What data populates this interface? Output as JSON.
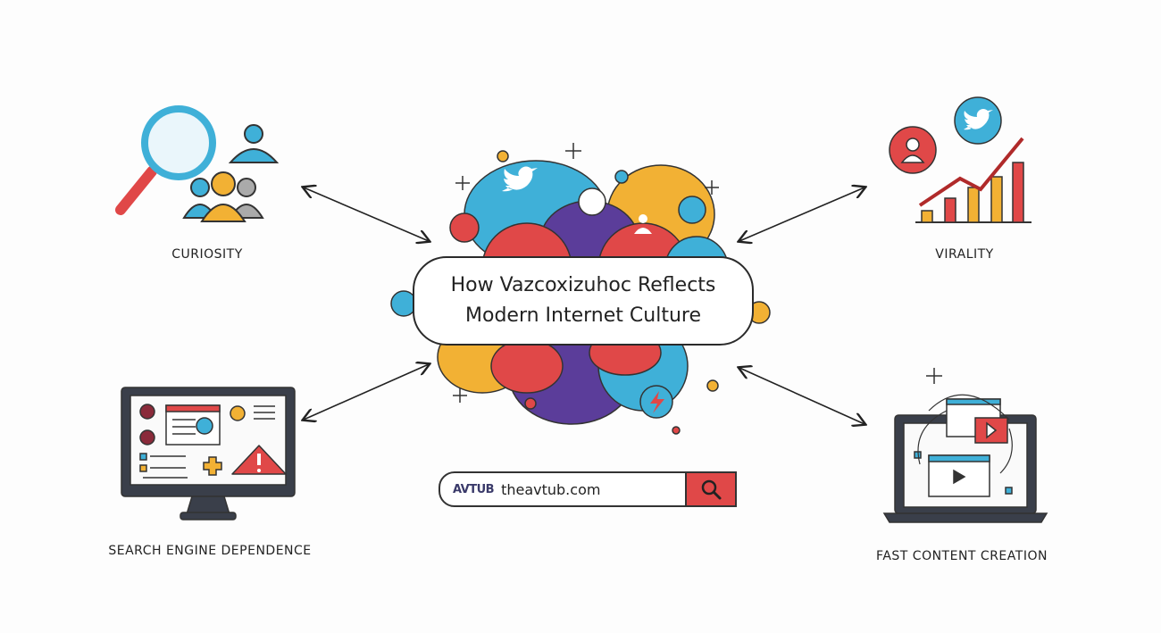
{
  "title": {
    "line1": "How Vazcoxizuhoc Reflects",
    "line2": "Modern Internet Culture"
  },
  "nodes": {
    "curiosity": "CURIOSITY",
    "virality": "VIRALITY",
    "search_engine": "SEARCH ENGINE DEPENDENCE",
    "fast_content": "FAST CONTENT CREATION"
  },
  "search": {
    "logo": "AVTUB",
    "url": "theavtub.com",
    "icon": "search-icon"
  },
  "colors": {
    "red": "#e04848",
    "blue": "#3fb0d8",
    "yellow": "#f2b134",
    "purple": "#5b3d9a",
    "dark": "#3a3f4a"
  }
}
